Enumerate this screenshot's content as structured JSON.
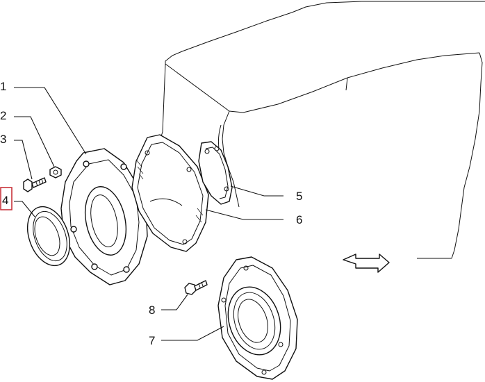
{
  "callouts": [
    {
      "id": "1",
      "label": "1",
      "highlighted": false
    },
    {
      "id": "2",
      "label": "2",
      "highlighted": false
    },
    {
      "id": "3",
      "label": "3",
      "highlighted": false
    },
    {
      "id": "4",
      "label": "4",
      "highlighted": true
    },
    {
      "id": "5",
      "label": "5",
      "highlighted": false
    },
    {
      "id": "6",
      "label": "6",
      "highlighted": false
    },
    {
      "id": "7",
      "label": "7",
      "highlighted": false
    },
    {
      "id": "8",
      "label": "8",
      "highlighted": false
    }
  ],
  "colors": {
    "highlight": "#c8323a",
    "line": "#111111",
    "background": "#ffffff"
  }
}
